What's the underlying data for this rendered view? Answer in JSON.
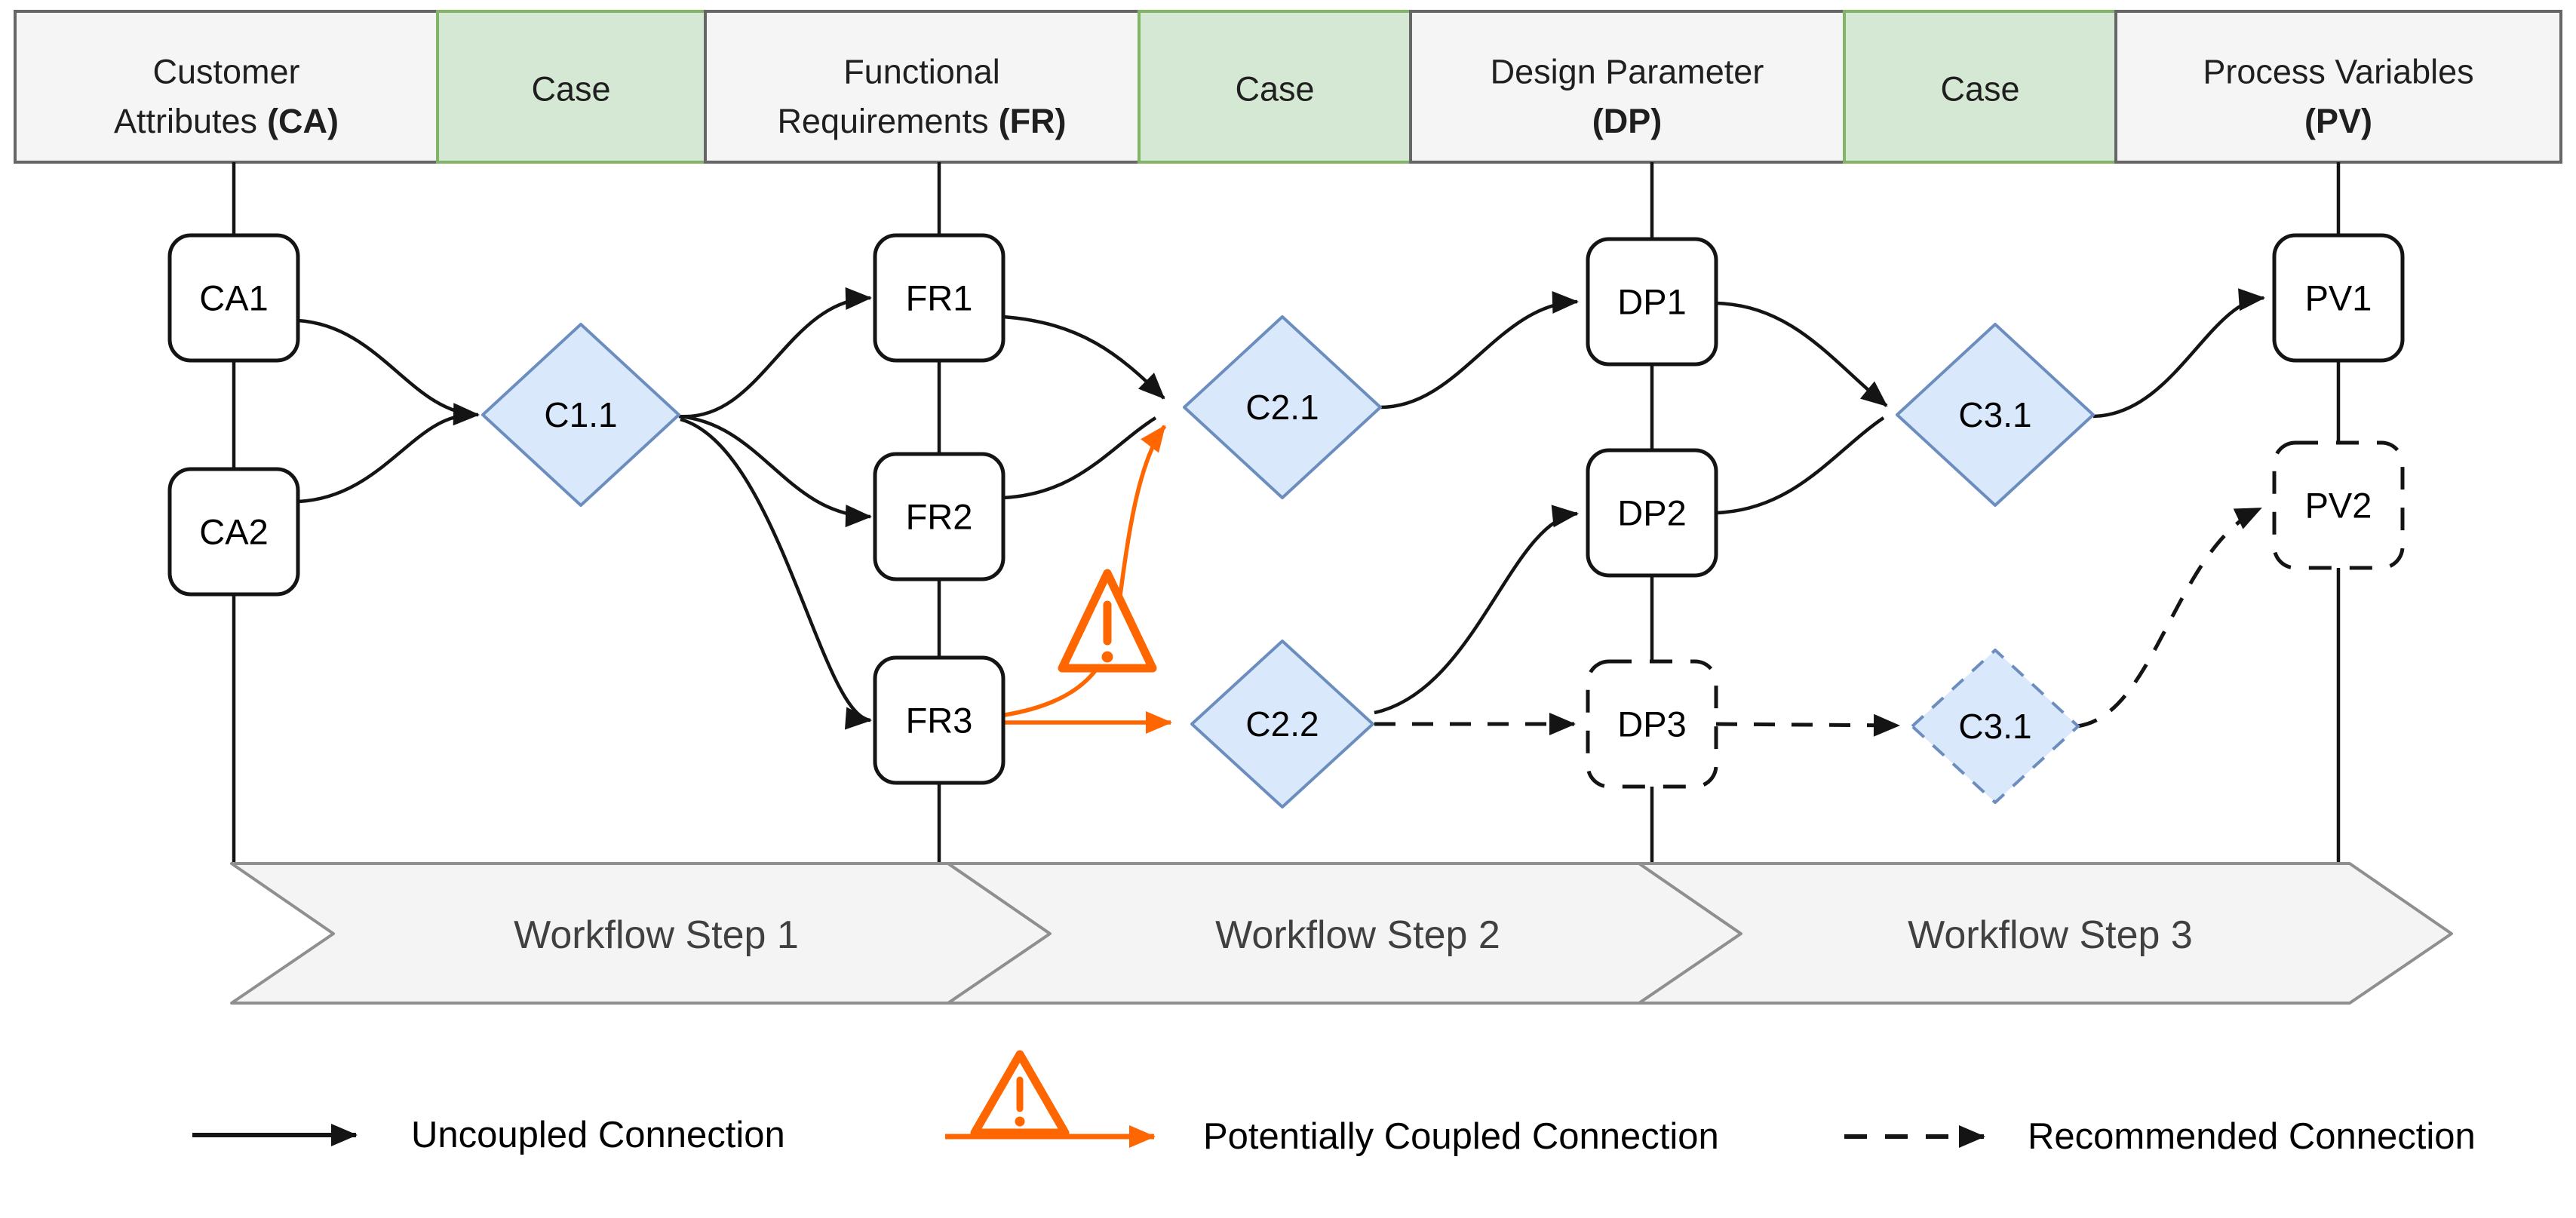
{
  "palette": {
    "category_fill": "#f5f5f5",
    "category_stroke": "#666666",
    "case_fill": "#d5e8d4",
    "case_stroke": "#82b366",
    "decision_fill": "#dae8fc",
    "decision_stroke": "#6c8ebf",
    "warning_orange": "#ff6600",
    "connector_black": "#141414",
    "band_fill": "#f4f4f4",
    "band_stroke": "#8f8f8f"
  },
  "header": {
    "columns": [
      {
        "id": "ca",
        "line1": "Customer",
        "line2": "Attributes",
        "abbr": "(CA)",
        "type": "category"
      },
      {
        "id": "case1",
        "line1": "Case",
        "line2": "",
        "abbr": "",
        "type": "case"
      },
      {
        "id": "fr",
        "line1": "Functional",
        "line2": "Requirements",
        "abbr": "(FR)",
        "type": "category"
      },
      {
        "id": "case2",
        "line1": "Case",
        "line2": "",
        "abbr": "",
        "type": "case"
      },
      {
        "id": "dp",
        "line1": "Design Parameter",
        "line2": "",
        "abbr": "(DP)",
        "type": "category"
      },
      {
        "id": "case3",
        "line1": "Case",
        "line2": "",
        "abbr": "",
        "type": "case"
      },
      {
        "id": "pv",
        "line1": "Process Variables",
        "line2": "",
        "abbr": "(PV)",
        "type": "category"
      }
    ]
  },
  "nodes": {
    "ca1": "CA1",
    "ca2": "CA2",
    "fr1": "FR1",
    "fr2": "FR2",
    "fr3": "FR3",
    "dp1": "DP1",
    "dp2": "DP2",
    "dp3": "DP3",
    "pv1": "PV1",
    "pv2": "PV2"
  },
  "case_nodes": {
    "c1_1": "C1.1",
    "c2_1": "C2.1",
    "c2_2": "C2.2",
    "c3_1": "C3.1",
    "c3_1_rec": "C3.1"
  },
  "node_styles": {
    "dashed_nodes": [
      "DP3",
      "PV2"
    ],
    "dashed_case_nodes": [
      "C3.1 (recommended)"
    ]
  },
  "edges": [
    {
      "from": "CA1",
      "to": "C1.1",
      "type": "uncoupled"
    },
    {
      "from": "CA2",
      "to": "C1.1",
      "type": "uncoupled"
    },
    {
      "from": "C1.1",
      "to": "FR1",
      "type": "uncoupled"
    },
    {
      "from": "C1.1",
      "to": "FR2",
      "type": "uncoupled"
    },
    {
      "from": "C1.1",
      "to": "FR3",
      "type": "uncoupled"
    },
    {
      "from": "FR1",
      "to": "C2.1",
      "type": "uncoupled"
    },
    {
      "from": "FR2",
      "to": "C2.1",
      "type": "uncoupled"
    },
    {
      "from": "FR3",
      "to": "C2.1",
      "type": "potentially_coupled"
    },
    {
      "from": "FR3",
      "to": "C2.2",
      "type": "potentially_coupled"
    },
    {
      "from": "C2.1",
      "to": "DP1",
      "type": "uncoupled"
    },
    {
      "from": "C2.2",
      "to": "DP2",
      "type": "uncoupled"
    },
    {
      "from": "C2.2",
      "to": "DP3",
      "type": "recommended"
    },
    {
      "from": "DP1",
      "to": "C3.1",
      "type": "uncoupled"
    },
    {
      "from": "DP2",
      "to": "C3.1",
      "type": "uncoupled"
    },
    {
      "from": "DP3",
      "to": "C3.1 (recommended)",
      "type": "recommended"
    },
    {
      "from": "C3.1",
      "to": "PV1",
      "type": "uncoupled"
    },
    {
      "from": "C3.1 (recommended)",
      "to": "PV2",
      "type": "recommended"
    }
  ],
  "workflow_steps": [
    "Workflow Step 1",
    "Workflow Step 2",
    "Workflow Step 3"
  ],
  "legend": {
    "uncoupled": "Uncoupled Connection",
    "potentially_coupled": "Potentially Coupled Connection",
    "recommended": "Recommended Connection"
  }
}
